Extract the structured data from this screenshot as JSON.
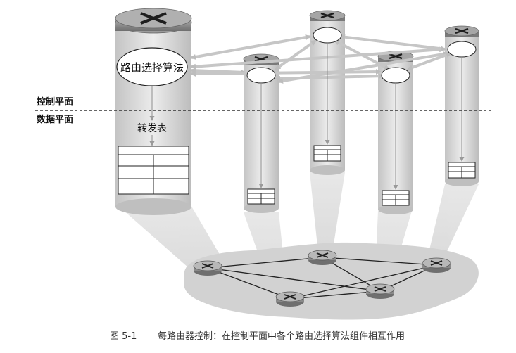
{
  "diagram": {
    "big_router_label": "路由选择算法",
    "forwarding_table_label": "转发表",
    "plane_labels": {
      "control": "控制平面",
      "data": "数据平面"
    }
  },
  "caption": {
    "figure_number": "图 5-1",
    "text": "每路由器控制：在控制平面中各个路由选择算法组件相互作用"
  },
  "colors": {
    "router_cap": "#8c8c8c",
    "cylinder_fill": "#d6d6d6",
    "link_arrow": "#c6c6c6",
    "network_cloud": "#d2d2d2",
    "dashed_line": "#333333"
  }
}
